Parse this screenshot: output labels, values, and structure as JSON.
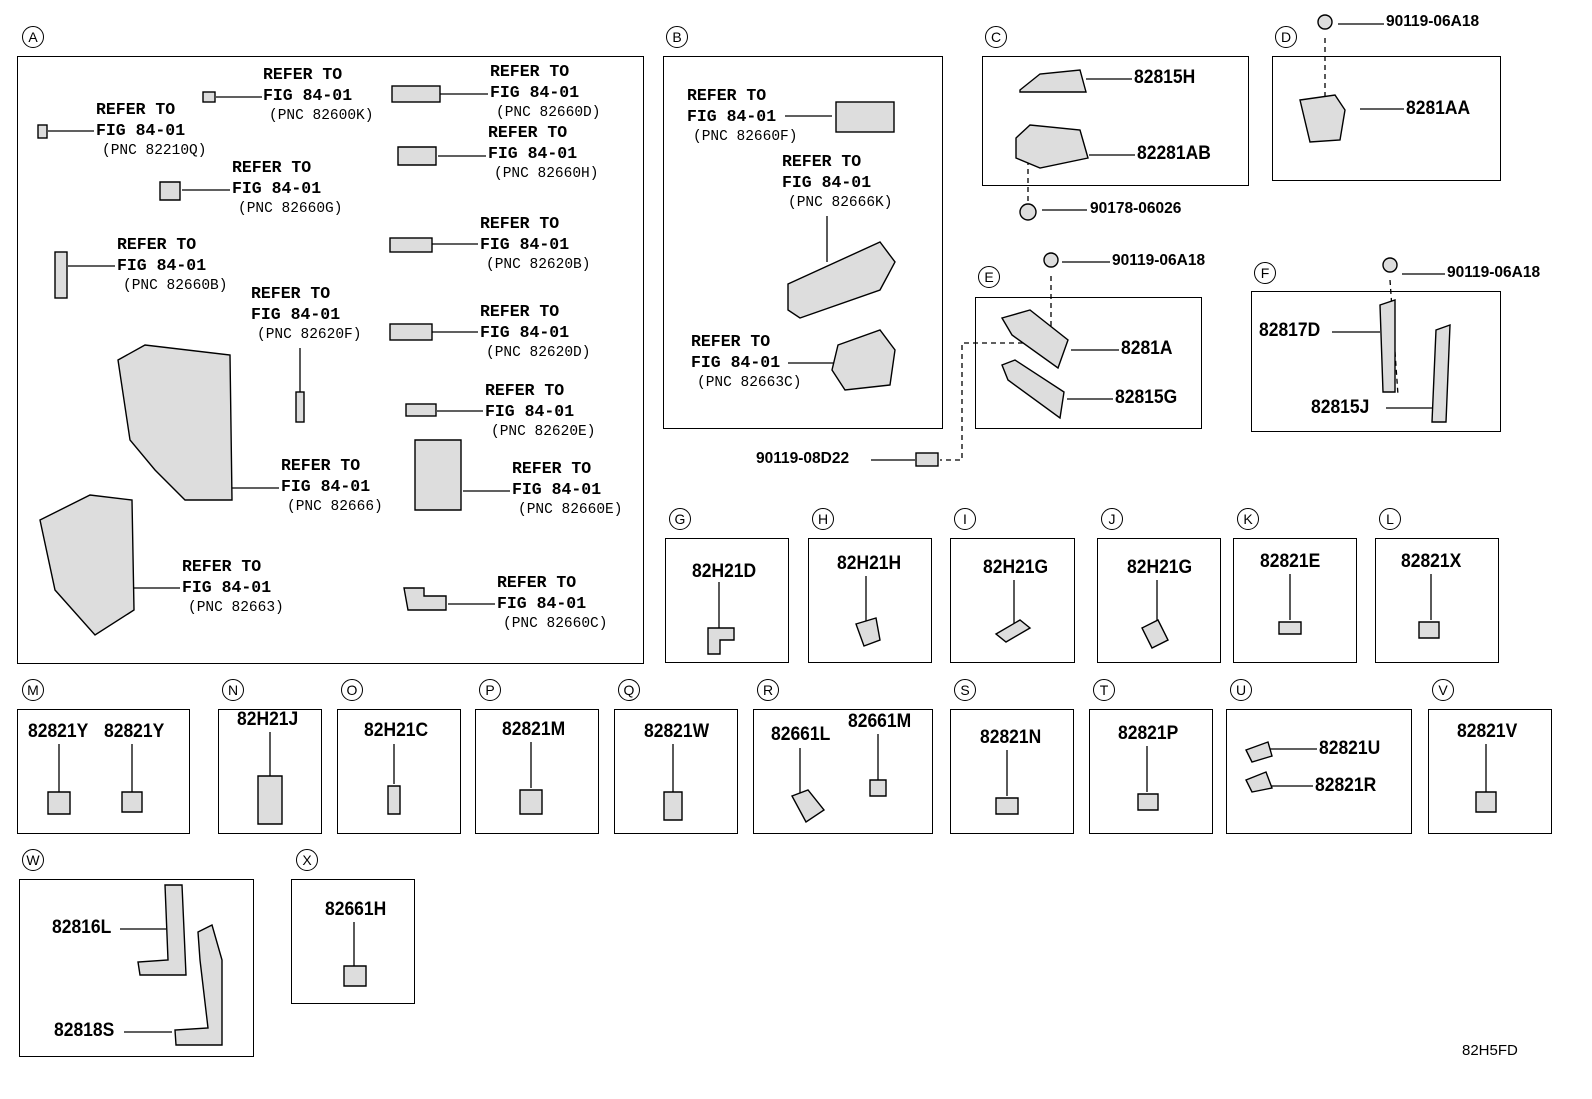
{
  "sections": [
    "A",
    "B",
    "C",
    "D",
    "E",
    "F",
    "G",
    "H",
    "I",
    "J",
    "K",
    "L",
    "M",
    "N",
    "O",
    "P",
    "Q",
    "R",
    "S",
    "T",
    "U",
    "V",
    "W",
    "X"
  ],
  "refer": {
    "line1": "REFER TO",
    "line2": "FIG 84-01",
    "pncs": [
      "(PNC 82600K)",
      "(PNC 82660D)",
      "(PNC 82210Q)",
      "(PNC 82660H)",
      "(PNC 82660G)",
      "(PNC 82620B)",
      "(PNC 82660B)",
      "(PNC 82620F)",
      "(PNC 82620D)",
      "(PNC 82620E)",
      "(PNC 82666)",
      "(PNC 82660E)",
      "(PNC 82663)",
      "(PNC 82660C)",
      "(PNC 82660F)",
      "(PNC 82666K)",
      "(PNC 82663C)"
    ]
  },
  "parts": {
    "c1": "82815H",
    "c2": "82281AB",
    "c3": "90178-06026",
    "d1": "90119-06A18",
    "d2": "8281AA",
    "e1": "90119-06A18",
    "e2": "8281A",
    "e3": "82815G",
    "e4": "90119-08D22",
    "f1": "90119-06A18",
    "f2": "82817D",
    "f3": "82815J",
    "g": "82H21D",
    "h": "82H21H",
    "i": "82H21G",
    "j": "82H21G",
    "k": "82821E",
    "l": "82821X",
    "m1": "82821Y",
    "m2": "82821Y",
    "n": "82H21J",
    "o": "82H21C",
    "p": "82821M",
    "q": "82821W",
    "r1": "82661L",
    "r2": "82661M",
    "s": "82821N",
    "t": "82821P",
    "u1": "82821U",
    "u2": "82821R",
    "v": "82821V",
    "w1": "82816L",
    "w2": "82818S",
    "x": "82661H"
  },
  "figure_code": "82H5FD"
}
